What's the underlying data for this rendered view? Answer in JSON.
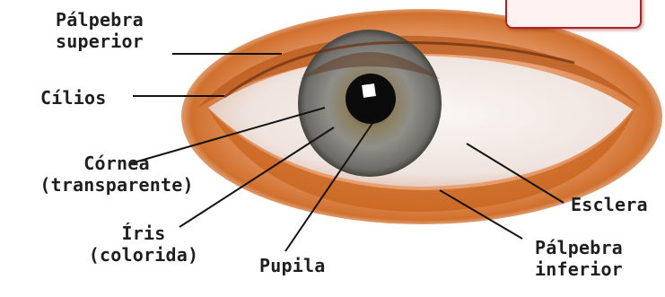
{
  "badge": {
    "text": ""
  },
  "labels": {
    "palpebra_superior": [
      "Pálpebra",
      "superior"
    ],
    "cilios": "Cílios",
    "cornea": [
      "Córnea",
      "(transparente)"
    ],
    "iris": [
      "Íris",
      "(colorida)"
    ],
    "pupila": "Pupila",
    "esclera": "Esclera",
    "palpebra_inferior": [
      "Pálpebra",
      "inferior"
    ]
  },
  "colors": {
    "skin": "#c9651e",
    "sclera": "#f3ece9",
    "iris": "#7f7c72",
    "pupil": "#0b0b0b",
    "badge_border": "#b32020",
    "leader_line": "#141414"
  }
}
